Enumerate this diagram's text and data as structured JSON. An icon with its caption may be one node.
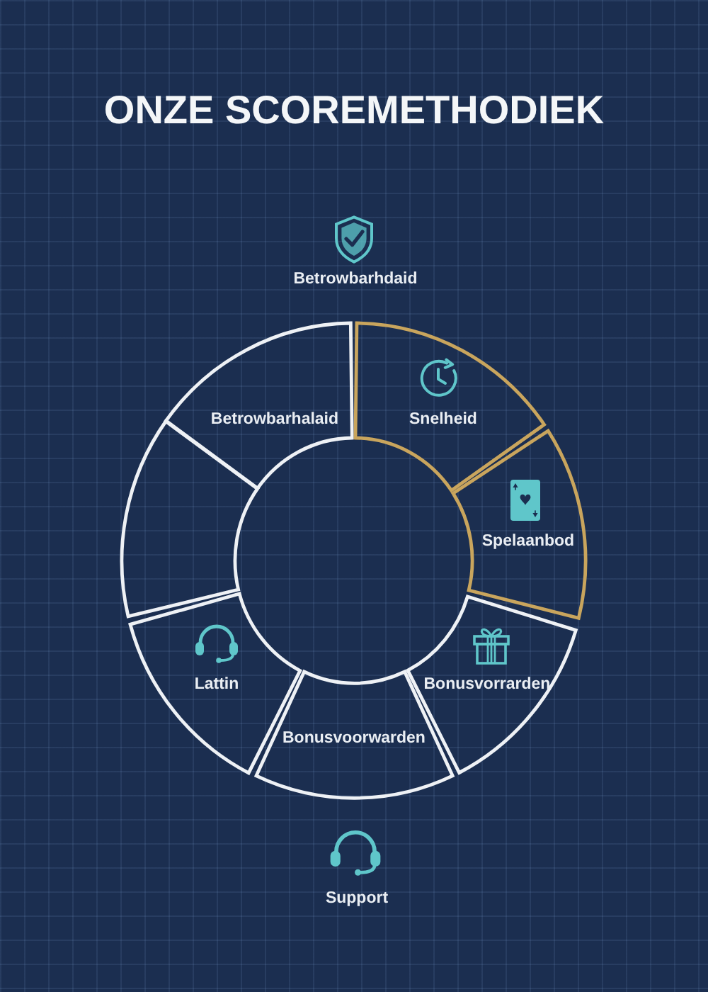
{
  "diagram": {
    "title": "ONZE SCOREMETHODIEK",
    "nodes": [
      {
        "text": [
          "Betrowbarhalaid"
        ]
      },
      {
        "text": [
          "Snelheid"
        ]
      },
      {
        "text": [],
        "shape": "segment"
      },
      {
        "text": [
          "Spelaanbod"
        ]
      },
      {
        "text": [
          "Lattin"
        ]
      },
      {
        "text": [
          "Bonusvorrarden"
        ]
      },
      {
        "text": [
          "Bonusvoorwarden"
        ]
      }
    ],
    "labels": [
      "Betrowbarhdaid",
      "Support"
    ]
  }
}
